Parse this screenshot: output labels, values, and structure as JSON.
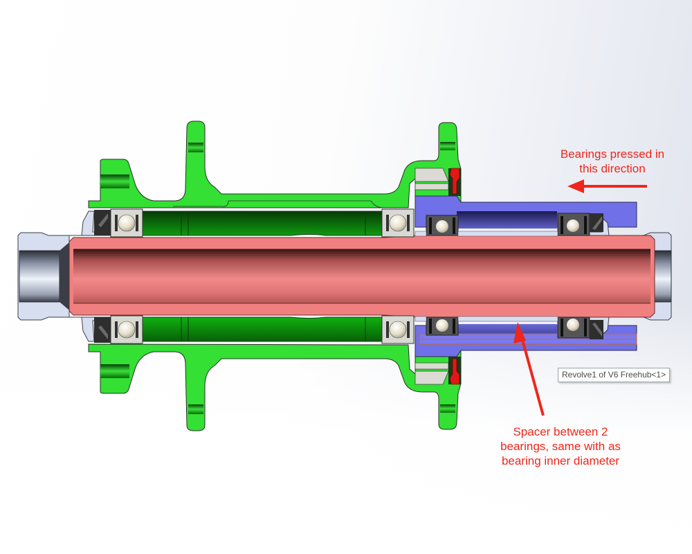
{
  "image": {
    "kind": "CAD section view of bicycle rear hub with freehub",
    "part_colors": {
      "hub_shell": "#33e033",
      "hub_shell_inner": "#0a8a0a",
      "axle": "#f08080",
      "axle_bore": "#c05858",
      "freehub_body": "#7070e8",
      "end_caps": "#d7def0",
      "bearing_race": "#d9d9d4",
      "bearing_ball": "#ece6d2",
      "seal": "#3a3a3a",
      "pawl": "#e01818",
      "annotation": "#f0261b"
    }
  },
  "annotations": {
    "bearings_direction": "Bearings pressed in\nthis direction",
    "spacer_note": "Spacer between 2\nbearings, same with as\nbearing inner diameter"
  },
  "tooltip": {
    "text": "Revolve1 of V6 Freehub<1>"
  }
}
